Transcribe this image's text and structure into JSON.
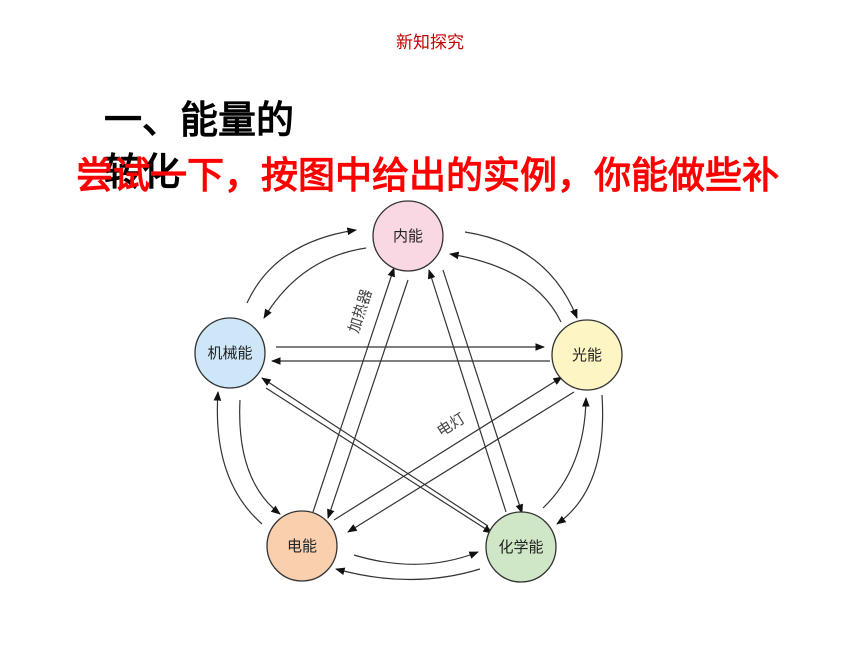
{
  "header": {
    "label": "新知探究"
  },
  "heading": {
    "text": "一、能量的转化"
  },
  "prompt": {
    "text": "尝试一下，按图中给出的实例，你能做些补"
  },
  "diagram": {
    "nodes": {
      "internal": {
        "label": "内能",
        "color": "#f9d7e3"
      },
      "light": {
        "label": "光能",
        "color": "#fdf6c4"
      },
      "chemical": {
        "label": "化学能",
        "color": "#cfe7c6"
      },
      "electric": {
        "label": "电能",
        "color": "#f9cfad"
      },
      "mechanical": {
        "label": "机械能",
        "color": "#cde7f8"
      }
    },
    "edge_labels": {
      "heater": "加热器",
      "lamp": "电灯"
    }
  }
}
